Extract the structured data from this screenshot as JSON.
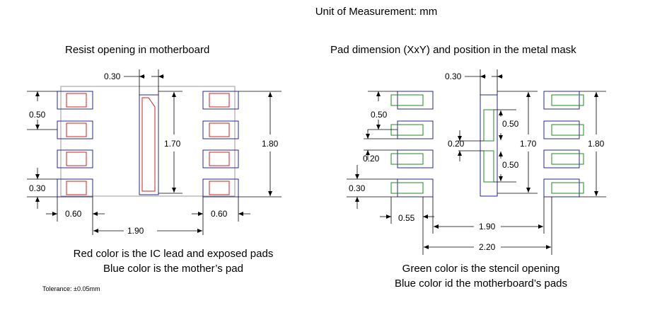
{
  "header": {
    "unit": "Unit of Measurement: mm"
  },
  "left_panel": {
    "title": "Resist opening in motherboard",
    "caption_line1": "Red color is the IC lead and exposed pads",
    "caption_line2": "Blue color is the mother’s pad",
    "tolerance": "Tolerance: ±0.05mm",
    "dims": {
      "pad_width_top": "0.30",
      "pitch": "0.50",
      "pad_height": "0.30",
      "pad_length": "0.60",
      "pad_length_right": "0.60",
      "center_length": "1.70",
      "overall_height": "1.80",
      "span": "1.90"
    }
  },
  "right_panel": {
    "title": "Pad dimension (XxY) and position in the metal mask",
    "caption_line1": "Green color is the stencil opening",
    "caption_line2": "Blue color id the motherboard’s pads",
    "dims": {
      "pad_width_top": "0.30",
      "pitch": "0.50",
      "gap": "0.20",
      "pad_height": "0.30",
      "stencil_length": "0.55",
      "stencil_pitch_upper": "0.50",
      "stencil_gap": "0.20",
      "center_length": "1.70",
      "stencil_pitch_lower": "0.50",
      "overall_height": "1.80",
      "span_inner": "1.90",
      "span_outer": "2.20"
    }
  },
  "colors": {
    "ic_lead": "#d22020",
    "mother_pad": "#2a2a8a",
    "stencil": "#1e8a1e",
    "outline": "#999999"
  }
}
